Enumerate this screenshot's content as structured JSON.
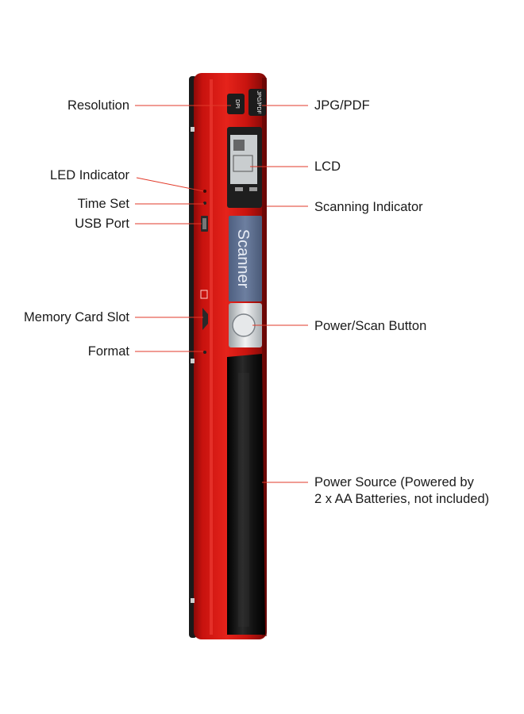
{
  "colors": {
    "body_red": "#d21410",
    "body_dark_red": "#8e0a08",
    "grip_black": "#111111",
    "leader_line": "#e23a2a",
    "window_blue": "#5f7193",
    "lcd_gray": "#c9cdcf"
  },
  "device": {
    "window_text": "Scanner",
    "buttons": {
      "dpi": "DPI",
      "jpg_pdf": "JPG/PDF"
    }
  },
  "labels": {
    "resolution": "Resolution",
    "led_indicator": "LED Indicator",
    "time_set": "Time Set",
    "usb_port": "USB Port",
    "memory_card_slot": "Memory Card Slot",
    "format": "Format",
    "jpg_pdf": "JPG/PDF",
    "lcd": "LCD",
    "scanning_indicator": "Scanning Indicator",
    "power_scan_button": "Power/Scan Button",
    "power_source_line1": "Power Source (Powered by",
    "power_source_line2": "2 x AA Batteries, not included)"
  }
}
